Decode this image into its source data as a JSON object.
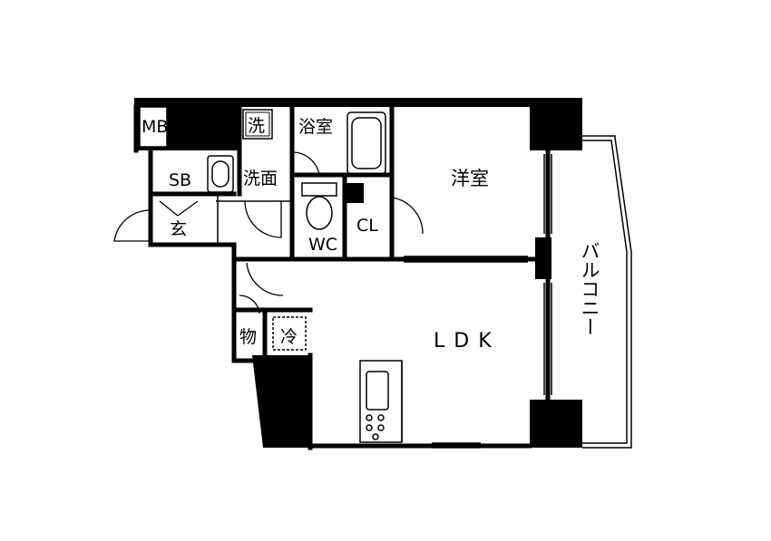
{
  "floor_plan": {
    "rooms": {
      "meter_box": "MB",
      "laundry_space": "洗",
      "bathroom": "浴室",
      "washroom": "洗面",
      "shoe_box": "SB",
      "entrance": "玄",
      "toilet": "WC",
      "closet": "CL",
      "western_room": "洋室",
      "storage": "物",
      "refrigerator_space": "冷",
      "living_dining_kitchen": "LDK",
      "balcony": "バルコニー"
    },
    "colors": {
      "wall": "#000000",
      "background": "#ffffff"
    }
  }
}
